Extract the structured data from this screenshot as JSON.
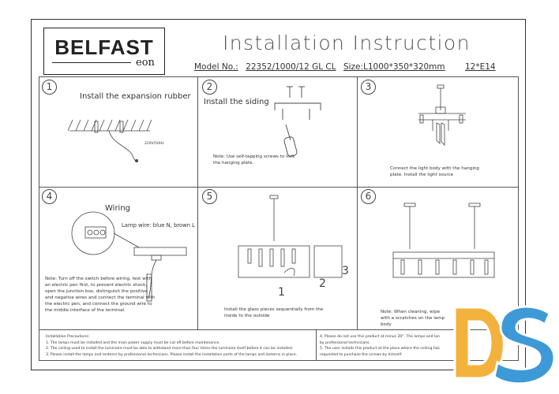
{
  "header": {
    "logo_brand": "BELFAST",
    "logo_sub": "eon",
    "title": "Installation Instruction",
    "model_label": "Model No.:",
    "model_value": "22352/1000/12 GL CL",
    "size_label": "Size:",
    "size_value": "L1000*350*320mm",
    "bulbs": "12*E14"
  },
  "steps": [
    {
      "number": "1",
      "title": "Install the expansion rubber",
      "label": "220V/50Hz"
    },
    {
      "number": "2",
      "title": "Install the siding",
      "note": "Note: Use self-tapping screws to lock the hanging plate."
    },
    {
      "number": "3",
      "caption": "Connect the light body with the hanging plate. Install the light source"
    },
    {
      "number": "4",
      "title": "Wiring",
      "lamp_wire": "Lamp wire: blue N, brown L",
      "note": "Note: Turn off the switch before wiring, test with an electric pen first, to prevent electric shock, open the junction box, distinguish the positive and negative wires and connect the terminal with the electric pen, and connect the ground wire to the middle interface of the terminal."
    },
    {
      "number": "5",
      "caption": "Install the glass pieces sequentially from the inside to the outside",
      "pieces": [
        "1",
        "2",
        "3"
      ]
    },
    {
      "number": "6",
      "note": "Note: When cleaning, wipe with a scratches on the lamp body"
    }
  ],
  "precautions": {
    "heading": "Installation Precautions:",
    "left": [
      "1. The lamps must be installed and the main power supply must be cut off before maintenance.",
      "2. The ceiling used to install the luminaire must be able to withstand more than four times the luminaire itself before it can be installed.",
      "3. Please install the lamps and lanterns by professional technicians. Please install the installation parts of the lamps and lanterns in place."
    ],
    "right": [
      "4. Please do not use this product at minus 20°. The lamps and lan",
      "by professional technicians.",
      "5. The user installs this product at the place where the ceiling has",
      "requested to purchase the screws by himself."
    ]
  },
  "watermark": {
    "text": "DS",
    "colors": [
      "#f3b23c",
      "#3d9ad6"
    ]
  }
}
